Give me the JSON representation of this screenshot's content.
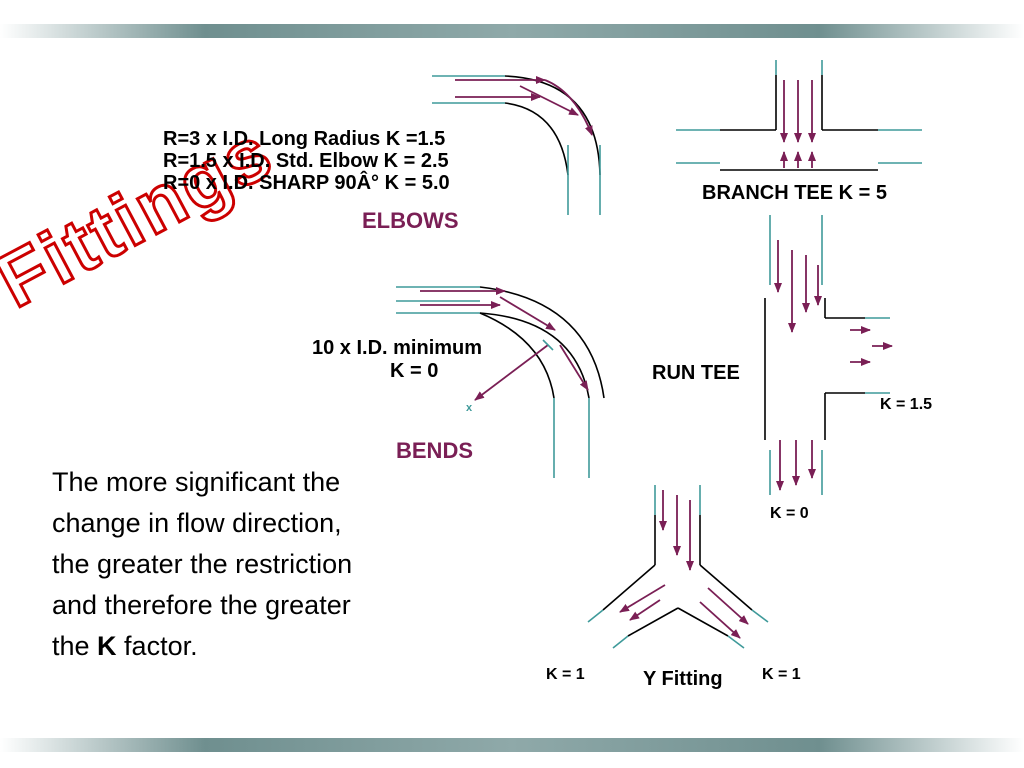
{
  "title": "Fittings",
  "elbows": {
    "heading": "ELBOWS",
    "lines": [
      "R=3 x I.D. Long Radius K =1.5",
      "R=1.5 x I.D. Std. Elbow K = 2.5",
      "R=0 x I.D. SHARP  90Â° K = 5.0"
    ]
  },
  "bends": {
    "heading": "BENDS",
    "radius_label": "10 x I.D. minimum",
    "k_label": "K = 0",
    "center_mark": "x"
  },
  "branch_tee": {
    "label": "BRANCH TEE  K = 5"
  },
  "run_tee": {
    "label": "RUN TEE",
    "k_side": "K = 1.5",
    "k_through": "K = 0"
  },
  "y_fitting": {
    "label": "Y Fitting",
    "k_left": "K = 1",
    "k_right": "K = 1"
  },
  "paragraph": {
    "text": "The more significant the change in flow direction, the greater the restriction and therefore the greater the ",
    "bold": "K",
    "tail": " factor."
  },
  "colors": {
    "arrow": "#7a1f55",
    "pipe_outline": "#000000",
    "teal_line": "#3f9a9a",
    "title_red": "#cc0000",
    "category": "#7a1f55"
  }
}
